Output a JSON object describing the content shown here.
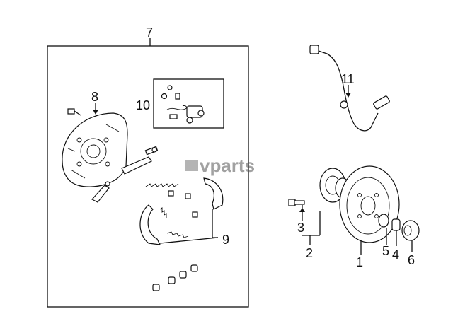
{
  "watermark": "vparts",
  "callouts": [
    {
      "id": "c1",
      "text": "1"
    },
    {
      "id": "c2",
      "text": "2"
    },
    {
      "id": "c3",
      "text": "3"
    },
    {
      "id": "c4",
      "text": "4"
    },
    {
      "id": "c5",
      "text": "5"
    },
    {
      "id": "c6",
      "text": "6"
    },
    {
      "id": "c7",
      "text": "7"
    },
    {
      "id": "c8",
      "text": "8"
    },
    {
      "id": "c9",
      "text": "9"
    },
    {
      "id": "c10",
      "text": "10"
    },
    {
      "id": "c11",
      "text": "11"
    }
  ]
}
